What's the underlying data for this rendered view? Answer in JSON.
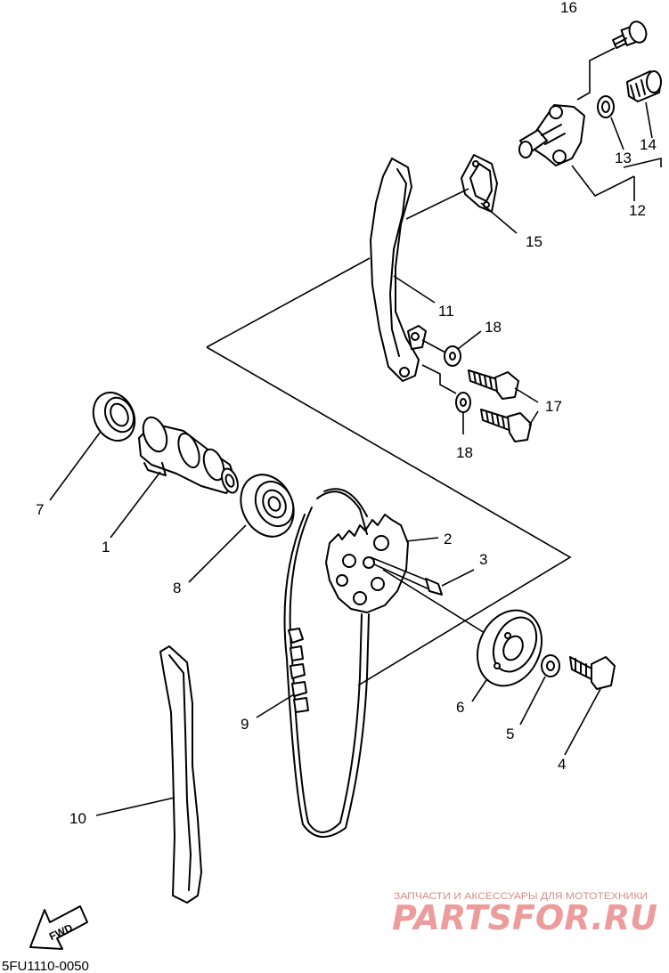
{
  "diagram_code": "5FU1110-0050",
  "direction_label": "FWD",
  "watermark": {
    "tagline": "ЗАПЧАСТИ И АКСЕССУАРЫ ДЛЯ МОТОТЕХНИКИ",
    "logo": "PARTSFOR.RU"
  },
  "callouts": {
    "c1": "1",
    "c2": "2",
    "c3": "3",
    "c4": "4",
    "c5": "5",
    "c6": "6",
    "c7": "7",
    "c8": "8",
    "c9": "9",
    "c10": "10",
    "c11": "11",
    "c12": "12",
    "c13": "13",
    "c14": "14",
    "c15": "15",
    "c16": "16",
    "c17": "17",
    "c18a": "18",
    "c18b": "18"
  }
}
